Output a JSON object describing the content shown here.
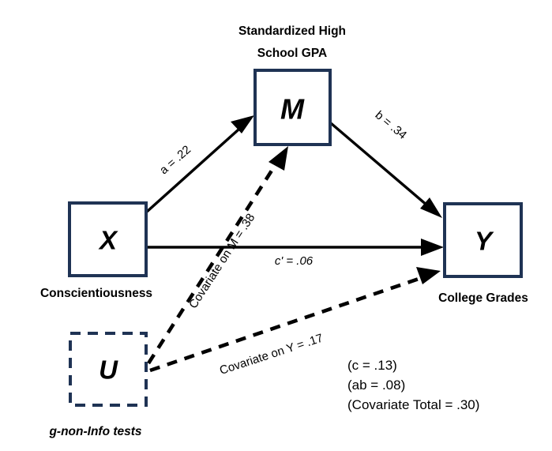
{
  "figure": {
    "type": "mediation-path-diagram",
    "title_top": "Standardized High\nSchool GPA"
  },
  "nodes": {
    "m": {
      "symbol": "M",
      "caption_line1": "Standardized High",
      "caption_line2": "School GPA",
      "style": "solid"
    },
    "x": {
      "symbol": "X",
      "caption": "Conscientiousness",
      "style": "solid"
    },
    "y": {
      "symbol": "Y",
      "caption": "College Grades",
      "style": "solid"
    },
    "u": {
      "symbol": "U",
      "caption": "g-non-Info tests",
      "style": "dashed"
    }
  },
  "paths": {
    "a": {
      "coefficient_name": "a",
      "value": ".22",
      "label": "a = .22",
      "from": "X",
      "to": "M",
      "style": "solid"
    },
    "b": {
      "coefficient_name": "b",
      "value": ".34",
      "label": "b = .34",
      "from": "M",
      "to": "Y",
      "style": "solid"
    },
    "c_prime": {
      "coefficient_name": "c'",
      "value": ".06",
      "label": "c' = .06",
      "from": "X",
      "to": "Y",
      "style": "solid"
    },
    "covariate_m": {
      "coefficient_name": "Covariate on M",
      "value": ".38",
      "label": "Covariate on M = .38",
      "from": "U",
      "to": "M",
      "style": "dashed"
    },
    "covariate_y": {
      "coefficient_name": "Covariate on Y",
      "value": ".17",
      "label": "Covariate on Y = .17",
      "from": "U",
      "to": "Y",
      "style": "dashed"
    }
  },
  "legend": {
    "lines": [
      {
        "prefix": "(",
        "symbol": "c",
        "rest": " = .13)"
      },
      {
        "prefix": "(",
        "symbol": "ab",
        "rest": " = .08)"
      },
      {
        "prefix": "(",
        "symbol": "",
        "rest": "Covariate Total = .30)"
      }
    ],
    "line1_text": "(c = .13)",
    "line2_text": "(ab = .08)",
    "line3_text": "(Covariate Total = .30)"
  },
  "colors": {
    "box_border": "#1f3354",
    "edge": "#000000",
    "background": "#ffffff",
    "text": "#000000"
  }
}
